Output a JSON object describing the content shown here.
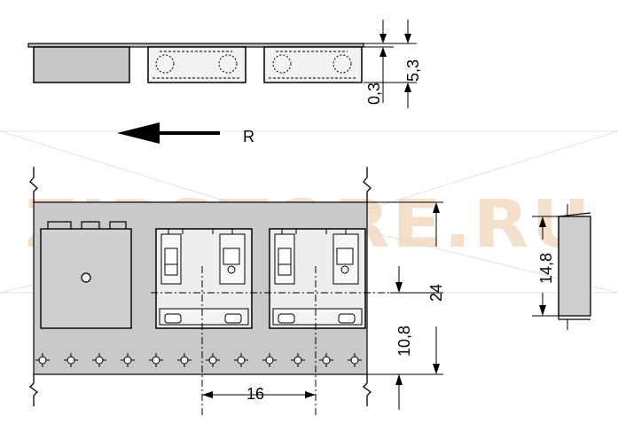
{
  "watermark": {
    "text": "ZIPSTORE.RU"
  },
  "direction": {
    "label": "R"
  },
  "dimensions": {
    "tape_width": "24",
    "pitch": "16",
    "sprocket_offset": "10,8",
    "pocket_width": "14,8",
    "pocket_depth": "5,3",
    "base_thickness": "0,3"
  },
  "colors": {
    "tape": "#c9c9c9",
    "pocket": "#e2e2e2",
    "outline": "#000000",
    "watermark": "#ecc9a6"
  }
}
